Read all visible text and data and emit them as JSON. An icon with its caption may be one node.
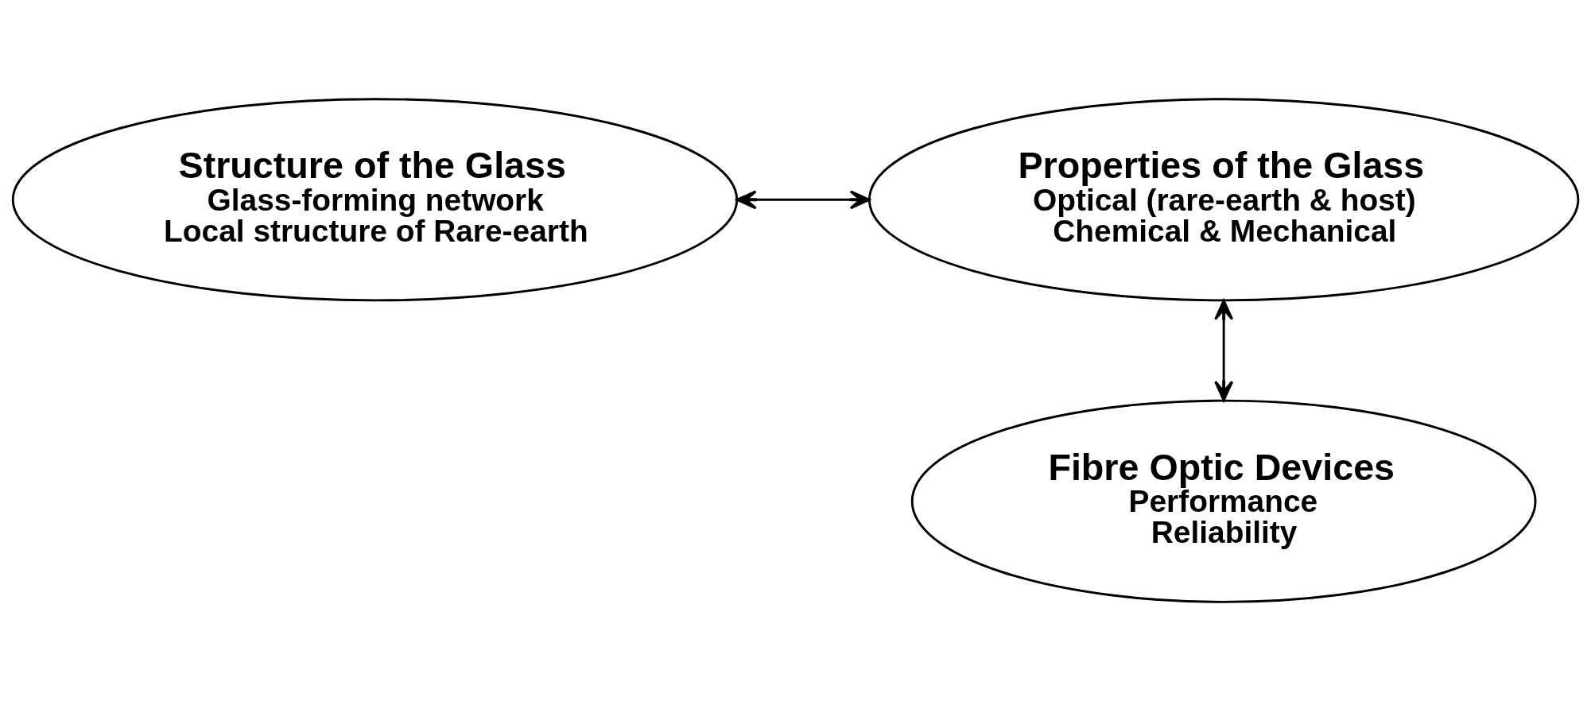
{
  "diagram": {
    "nodes": [
      {
        "text": [
          "Structure of the Glass",
          "Glass-forming network",
          "Local structure of Rare-earth"
        ]
      },
      {
        "text": [
          "Properties of the Glass",
          "Optical (rare-earth & host)",
          "Chemical & Mechanical"
        ]
      },
      {
        "text": [
          "Fibre Optic Devices",
          "Performance",
          "Reliability"
        ]
      }
    ],
    "edges": [
      {
        "from": 0,
        "to": 1,
        "arrow": "both"
      },
      {
        "from": 1,
        "to": 2,
        "arrow": "both"
      }
    ]
  }
}
